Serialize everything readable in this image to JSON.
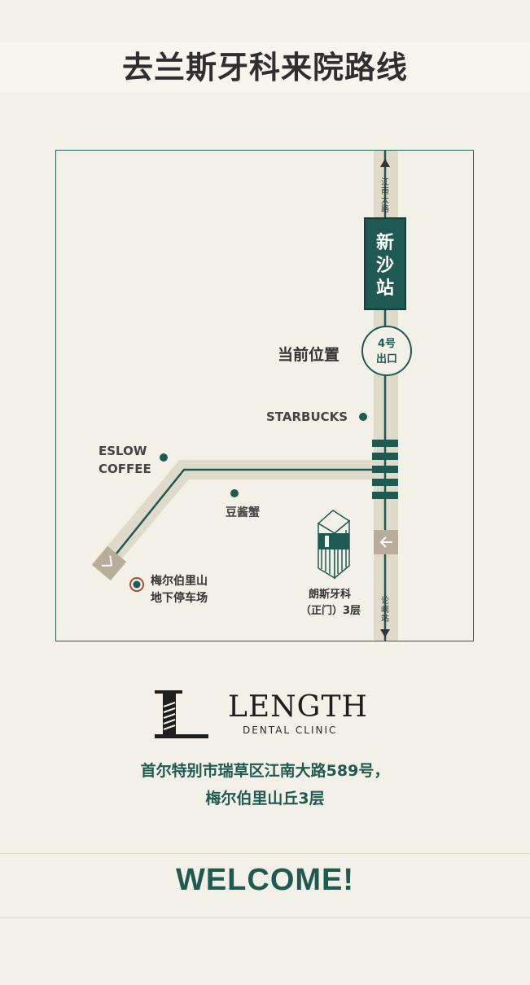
{
  "title": "去兰斯牙科来院路线",
  "map": {
    "road_top": "江南大路",
    "road_bottom": "论岘站",
    "station": "新沙站",
    "exit_line1": "4号",
    "exit_line2": "出口",
    "current_location": "当前位置",
    "starbucks": "STARBUCKS",
    "eslow_line1": "ESLOW",
    "eslow_line2": "COFFEE",
    "crab": "豆酱蟹",
    "parking_line1": "梅尔伯里山",
    "parking_line2": "地下停车场",
    "clinic_line1": "朗斯牙科",
    "clinic_line2": "（正门）3层"
  },
  "logo": {
    "word": "LENGTH",
    "sub": "DENTAL CLINIC"
  },
  "address": {
    "line1": "首尔特别市瑞草区江南大路589号，",
    "line2": "梅尔伯里山丘3层"
  },
  "welcome": "WELCOME!",
  "colors": {
    "accent": "#1f5a52",
    "road": "#e0dacb",
    "background": "#f3f0e7",
    "marker": "#b14a3c"
  },
  "icons": [
    "arrow-up-icon",
    "arrow-down-icon",
    "arrow-left-icon",
    "arrow-down-left-icon",
    "building-icon",
    "location-pin-icon"
  ]
}
